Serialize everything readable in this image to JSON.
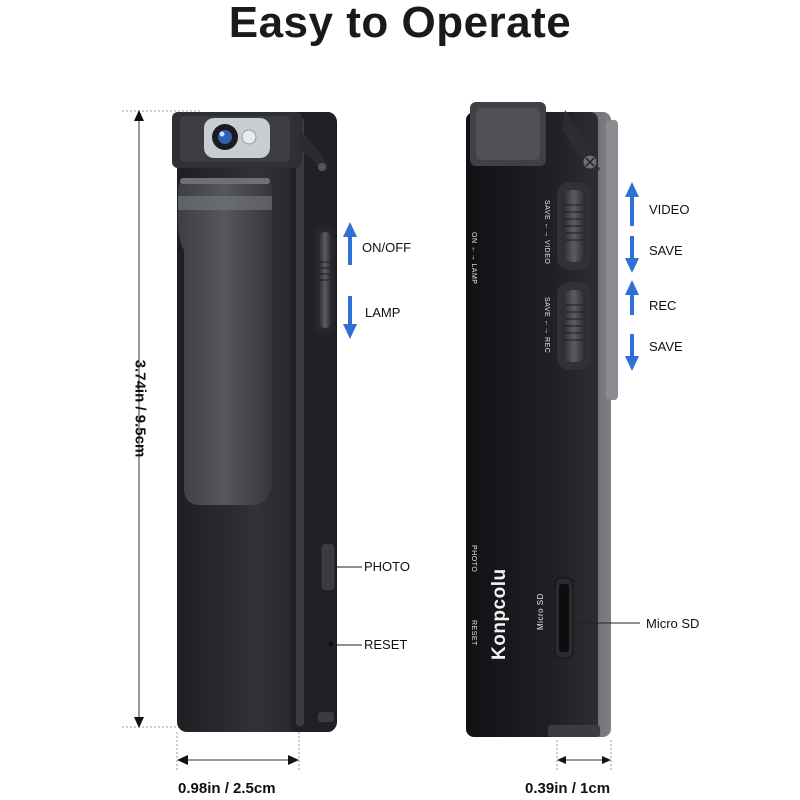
{
  "title": "Easy to Operate",
  "dimensions": {
    "height": "3.74in / 9.5cm",
    "width": "0.98in / 2.5cm",
    "depth": "0.39in / 1cm"
  },
  "left_device": {
    "switch_labels": {
      "up": "ON/OFF",
      "down": "LAMP"
    },
    "photo_label": "PHOTO",
    "reset_label": "RESET"
  },
  "right_device": {
    "brand": "Konpcolu",
    "upper_switch": {
      "up": "VIDEO",
      "down": "SAVE"
    },
    "lower_switch": {
      "up": "REC",
      "down": "SAVE"
    },
    "slot_label": "Micro SD",
    "printed": {
      "on_lamp": "ON ←→ LAMP",
      "save_video": "SAVE ←→ VIDEO",
      "save_rec": "SAVE ←→ REC",
      "photo": "PHOTO",
      "reset": "RESET",
      "micro_sd": "Micro SD"
    }
  },
  "colors": {
    "arrow_blue": "#2f6fd6",
    "device_dark": "#2b2d31",
    "device_body": "#3a3c41"
  },
  "icons": [
    "arrow-up-icon",
    "arrow-down-icon"
  ]
}
